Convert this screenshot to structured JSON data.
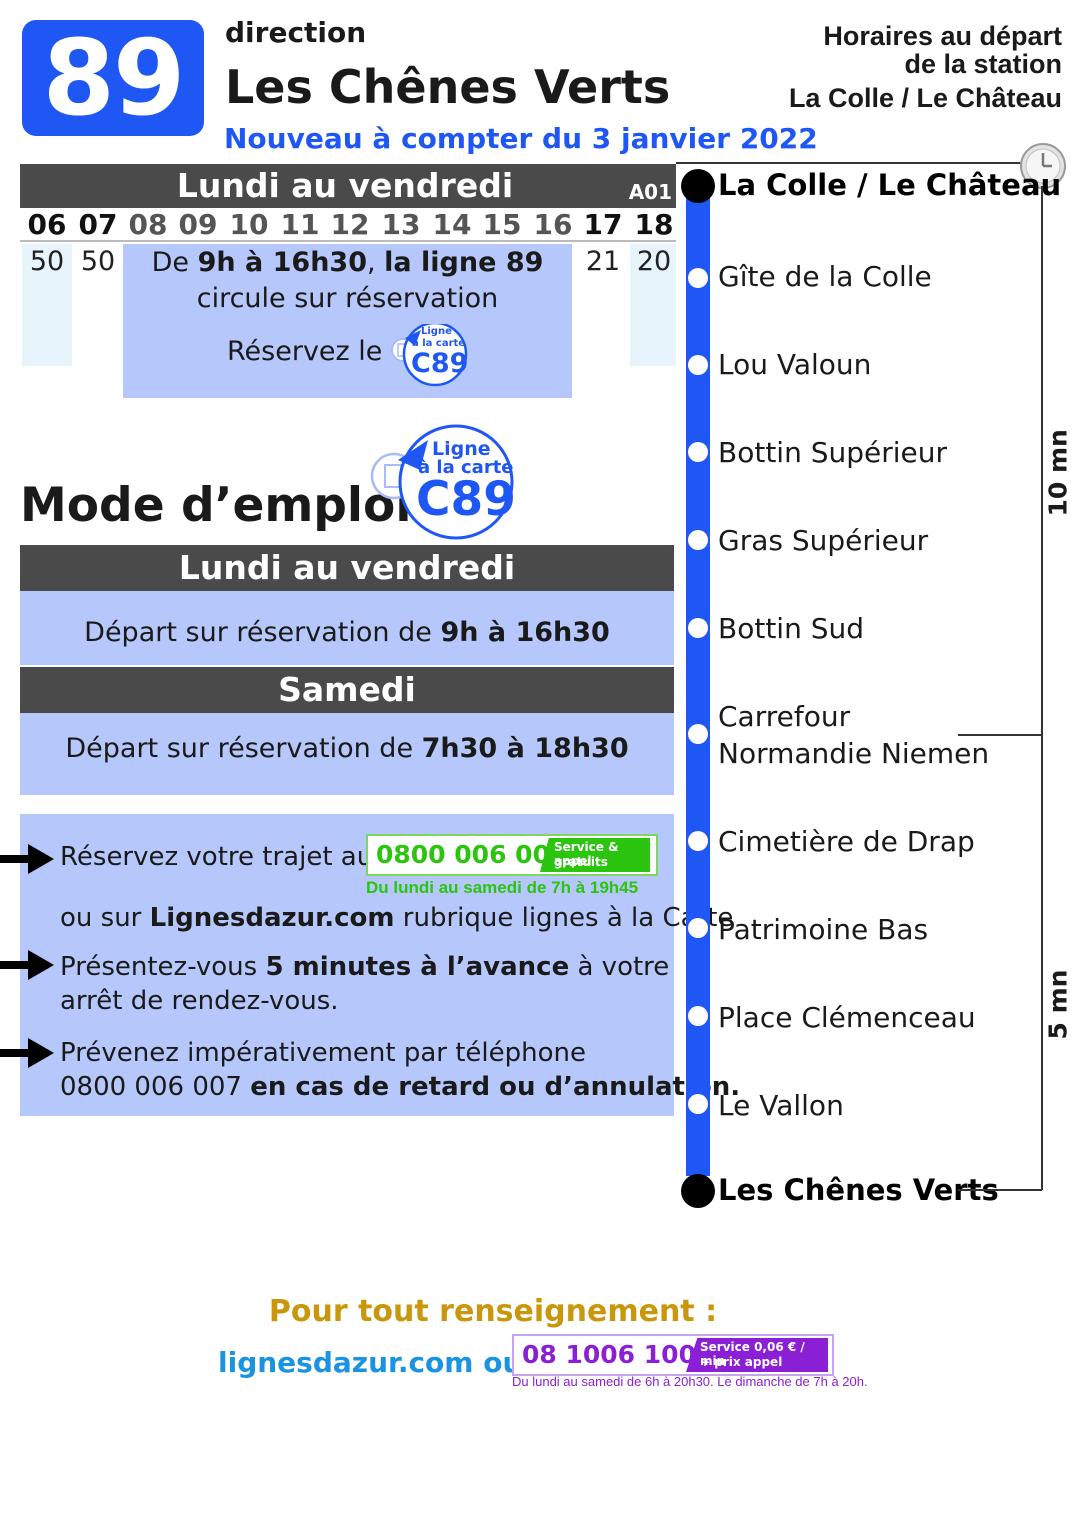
{
  "header": {
    "line_number": "89",
    "direction_label": "direction",
    "destination": "Les Chênes Verts",
    "effective_date": "Nouveau à compter du 3 janvier 2022",
    "departure_line1": "Horaires au départ",
    "departure_line2": "de la station",
    "departure_station": "La Colle / Le Château"
  },
  "timetable": {
    "title": "Lundi au vendredi",
    "code": "A01",
    "hours": [
      "06",
      "07",
      "08",
      "09",
      "10",
      "11",
      "12",
      "13",
      "14",
      "15",
      "16",
      "17",
      "18"
    ],
    "minutes": {
      "h06": "50",
      "h07": "50",
      "h17": "21",
      "h18": "20"
    },
    "reservation_pre": "De ",
    "reservation_bold1": "9h à 16h30",
    "reservation_sep": ", ",
    "reservation_bold2": "la ligne 89",
    "reservation_line2": "circule sur réservation",
    "reservation_line3": "Réservez le"
  },
  "c89_badge": {
    "line1": "Ligne",
    "line2": "à la carte",
    "code": "C89"
  },
  "mode_emploi": {
    "title": "Mode d’emploi",
    "weekday_title": "Lundi au vendredi",
    "weekday_text": "Départ sur réservation de ",
    "weekday_hours": "9h à 16h30",
    "saturday_title": "Samedi",
    "saturday_text": "Départ sur réservation de ",
    "saturday_hours": "7h30 à 18h30"
  },
  "reservation": {
    "step1": "Réservez votre trajet au",
    "phone": "0800 006 007",
    "phone_tag_line1": "Service & appel",
    "phone_tag_line2": "gratuits",
    "phone_hours": "Du lundi au samedi de 7h à 19h45",
    "step1_cont_pre": "ou sur ",
    "step1_cont_bold": "Lignesdazur.com",
    "step1_cont_post": " rubrique lignes à la Carte",
    "step2_pre": "Présentez-vous ",
    "step2_bold": "5 minutes à l’avance",
    "step2_post": " à votre",
    "step2_line2": "arrêt de rendez-vous.",
    "step3_line1": "Prévenez impérativement par téléphone",
    "step3_line2_pre": "0800 006 007 ",
    "step3_line2_bold": "en cas de retard ou d’annulation."
  },
  "route": {
    "stops": [
      "La Colle / Le Château",
      "Gîte de la Colle",
      "Lou Valoun",
      "Bottin Supérieur",
      "Gras Supérieur",
      "Bottin Sud",
      "Carrefour",
      "Normandie Niemen",
      "Cimetière de Drap",
      "Patrimoine Bas",
      "Place Clémenceau",
      "Le Vallon",
      "Les Chênes Verts"
    ],
    "duration_1": "10 mn",
    "duration_2": "5 mn"
  },
  "footer": {
    "info_title": "Pour tout renseignement :",
    "website": "lignesdazur.com ou",
    "phone": "08 1006 1006",
    "phone_tag_line1": "Service 0,06 € / min",
    "phone_tag_line2": "+ prix appel",
    "phone_hours": "Du lundi au samedi de 6h à 20h30. Le dimanche de 7h à 20h."
  },
  "colors": {
    "brand_blue": "#1f57f4",
    "light_blue": "#b5c7fb",
    "dark_grey": "#4a4a4a",
    "green": "#2bc40e",
    "purple": "#8a1fd6",
    "gold": "#c9960c",
    "link_blue": "#1a93e0"
  },
  "icons": [
    "clock-icon",
    "arrow-right-icon",
    "reservation-pointer-icon"
  ]
}
